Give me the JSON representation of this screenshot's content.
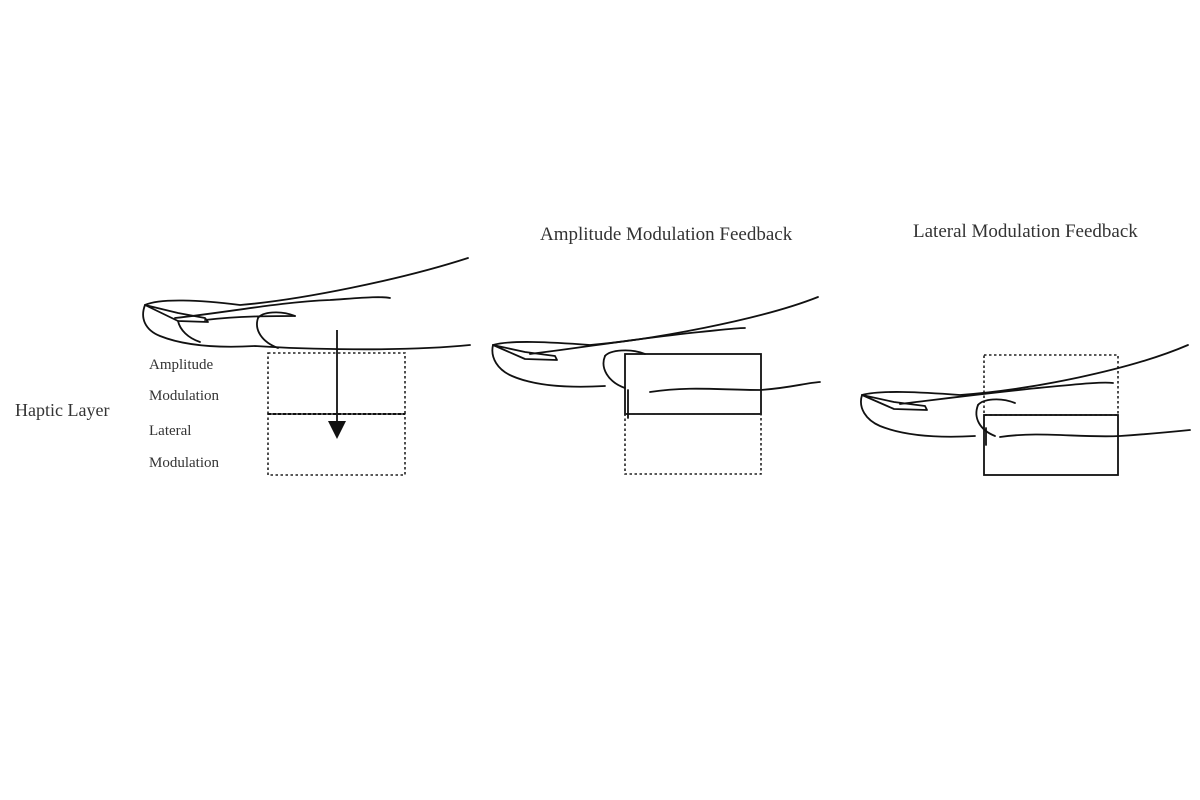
{
  "titles": {
    "amplitude_feedback": "Amplitude Modulation Feedback",
    "lateral_feedback": "Lateral Modulation Feedback"
  },
  "haptic_layer": {
    "label": "Haptic Layer",
    "amplitude_label_line1": "Amplitude",
    "amplitude_label_line2": "Modulation",
    "lateral_label_line1": "Lateral",
    "lateral_label_line2": "Modulation"
  },
  "icons": {
    "finger": "finger-icon",
    "arrow": "down-arrow-icon"
  },
  "colors": {
    "ink": "#111111",
    "text": "#333333",
    "background": "#ffffff"
  }
}
